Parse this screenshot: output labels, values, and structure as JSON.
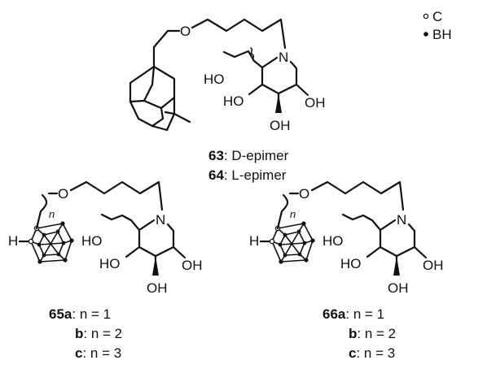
{
  "legend": {
    "carbon": "C",
    "boron_hydride": "BH"
  },
  "atoms": {
    "oxygen": "O",
    "nitrogen": "N",
    "hydrogen": "H",
    "hydroxyl_right": "OH",
    "hydroxyl_left": "HO",
    "n_var": "n"
  },
  "compounds": [
    {
      "number": "63",
      "text": ": D-epimer"
    },
    {
      "number": "64",
      "text": ": L-epimer"
    }
  ],
  "series": [
    {
      "number": "65a",
      "entries": [
        {
          "prefix": "",
          "rest": ": n = 1"
        },
        {
          "prefix": "b",
          "rest": ": n = 2"
        },
        {
          "prefix": "c",
          "rest": ": n = 3"
        }
      ]
    },
    {
      "number": "66a",
      "entries": [
        {
          "prefix": "",
          "rest": ": n = 1"
        },
        {
          "prefix": "b",
          "rest": ": n = 2"
        },
        {
          "prefix": "c",
          "rest": ": n = 3"
        }
      ]
    }
  ]
}
